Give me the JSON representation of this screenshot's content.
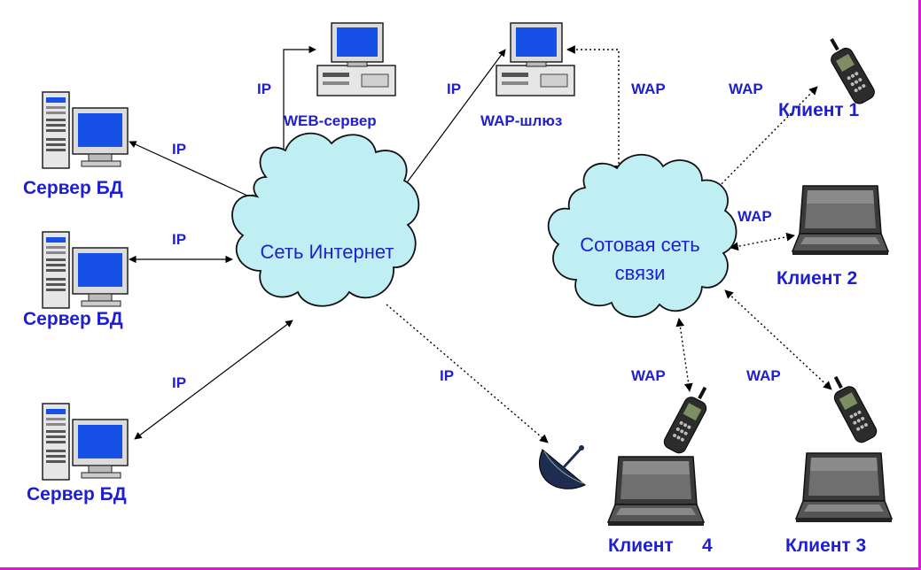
{
  "nodes": {
    "db_server_1": "Сервер БД",
    "db_server_2": "Сервер БД",
    "db_server_3": "Сервер БД",
    "web_server": "WEB-сервер",
    "wap_gateway": "WAP-шлюз",
    "internet": "Сеть Интернет",
    "cellular_line1": "Сотовая сеть",
    "cellular_line2": "связи",
    "client_1": "Клиент 1",
    "client_2": "Клиент 2",
    "client_3": "Клиент 3",
    "client_4_text": "Клиент",
    "client_4_num": "4"
  },
  "links": {
    "ip_web": "IP",
    "ip_wap_gw": "IP",
    "ip_db1": "IP",
    "ip_db2": "IP",
    "ip_db3": "IP",
    "ip_client4": "IP",
    "wap_gw_cell": "WAP",
    "wap_client1": "WAP",
    "wap_client2": "WAP",
    "wap_client3": "WAP",
    "wap_client4": "WAP"
  },
  "colors": {
    "label": "#1e1ed2",
    "cloud_fill": "#bfeff3",
    "cloud_stroke": "#101010",
    "frame": "#d020d0"
  }
}
